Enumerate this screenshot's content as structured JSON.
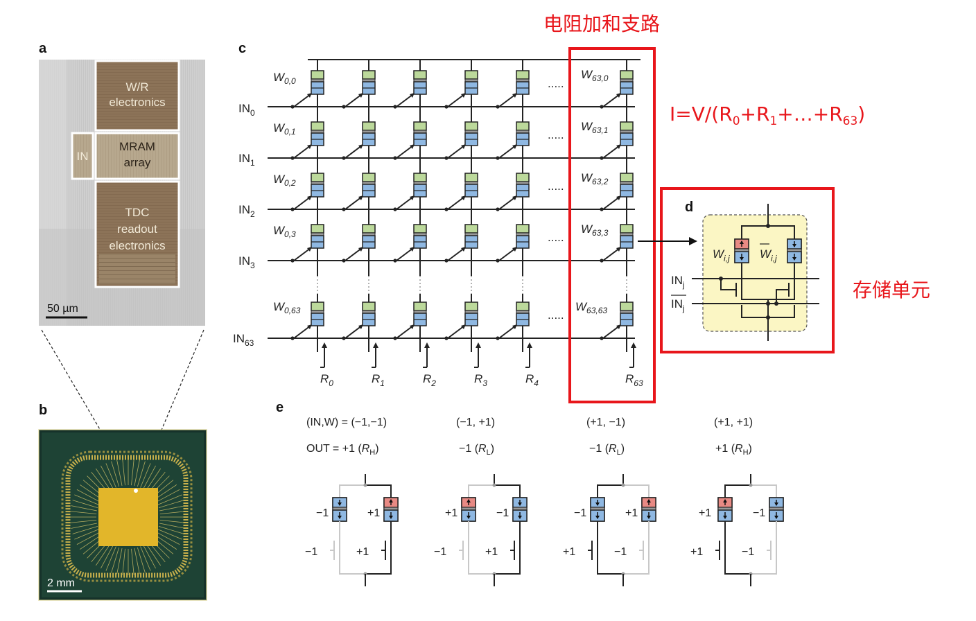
{
  "panel_labels": {
    "a": "a",
    "b": "b",
    "c": "c",
    "d": "d",
    "e": "e"
  },
  "panel_a": {
    "wr": [
      "W/R",
      "electronics"
    ],
    "in": "IN",
    "mram": [
      "MRAM",
      "array"
    ],
    "tdc": [
      "TDC",
      "readout",
      "electronics"
    ],
    "scale": "50 µm"
  },
  "panel_b": {
    "scale": "2 mm"
  },
  "panel_c": {
    "weight_row_labels": [
      {
        "base": "W",
        "sub": "0,0"
      },
      {
        "base": "W",
        "sub": "0,1"
      },
      {
        "base": "W",
        "sub": "0,2"
      },
      {
        "base": "W",
        "sub": "0,3"
      },
      {
        "base": "W",
        "sub": "0,63"
      }
    ],
    "weight_col_labels": [
      {
        "base": "W",
        "sub": "63,0"
      },
      {
        "base": "W",
        "sub": "63,1"
      },
      {
        "base": "W",
        "sub": "63,2"
      },
      {
        "base": "W",
        "sub": "63,3"
      },
      {
        "base": "W",
        "sub": "63,63"
      }
    ],
    "input_labels": [
      {
        "base": "IN",
        "sub": "0"
      },
      {
        "base": "IN",
        "sub": "1"
      },
      {
        "base": "IN",
        "sub": "2"
      },
      {
        "base": "IN",
        "sub": "3"
      },
      {
        "base": "IN",
        "sub": "63"
      }
    ],
    "readout_labels": [
      {
        "base": "R",
        "sub": "0"
      },
      {
        "base": "R",
        "sub": "1"
      },
      {
        "base": "R",
        "sub": "2"
      },
      {
        "base": "R",
        "sub": "3"
      },
      {
        "base": "R",
        "sub": "4"
      },
      {
        "base": "R",
        "sub": "63"
      }
    ],
    "ellipsis": "....."
  },
  "panel_d": {
    "w": {
      "base": "W",
      "sub": "i,j"
    },
    "wbar": {
      "base": "W",
      "sub": "i,j"
    },
    "in": {
      "base": "IN",
      "sub": "j"
    },
    "inbar": {
      "base": "IN",
      "sub": "j"
    }
  },
  "panel_e": {
    "header_row1": [
      "(IN,W) = (−1,−1)",
      "(−1, +1)",
      "(+1, −1)",
      "(+1, +1)"
    ],
    "header_row2": [
      "OUT = +1 (",
      "−1 (",
      "−1 (",
      "+1 ("
    ],
    "header_row2_r": [
      {
        "base": "R",
        "sub": "H"
      },
      {
        "base": "R",
        "sub": "L"
      },
      {
        "base": "R",
        "sub": "L"
      },
      {
        "base": "R",
        "sub": "H"
      }
    ],
    "cells": [
      {
        "left": "−1",
        "right": "+1",
        "gl": "−1",
        "gr": "+1"
      },
      {
        "left": "+1",
        "right": "−1",
        "gl": "−1",
        "gr": "+1"
      },
      {
        "left": "−1",
        "right": "+1",
        "gl": "+1",
        "gr": "−1"
      },
      {
        "left": "+1",
        "right": "−1",
        "gl": "+1",
        "gr": "−1"
      }
    ]
  },
  "annotations": {
    "branch_title": "电阻加和支路",
    "formula": {
      "prefix": "I=V/(R",
      "s0": "0",
      "p1": "+R",
      "s1": "1",
      "p2": "+…+R",
      "s63": "63",
      "suffix": ")"
    },
    "cell_title": "存储单元"
  },
  "colors": {
    "annotation_red": "#e8161b",
    "mtj_green": "#bcd99b",
    "mtj_blue": "#8fb8e2",
    "mtj_red": "#e88a84",
    "cell_bg": "#fbf6c4"
  }
}
